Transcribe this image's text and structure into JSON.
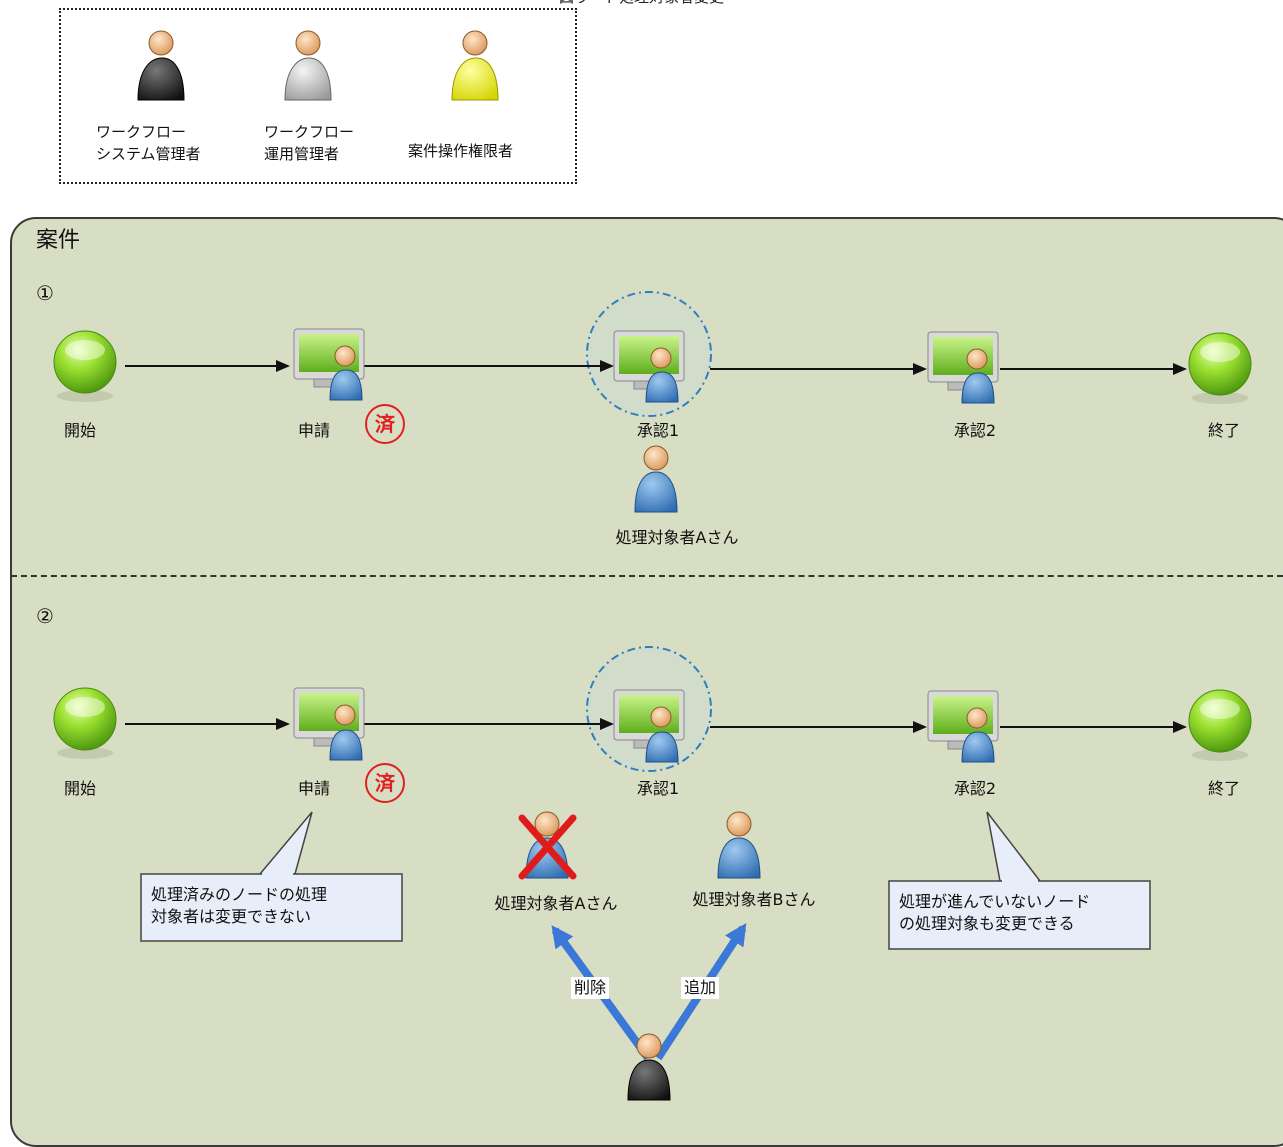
{
  "caption": "図り一ド処理対象者変更",
  "legend": {
    "roles": [
      {
        "label": "ワークフロー\nシステム管理者",
        "icon": "workflow-system-admin-icon",
        "color": "#222222"
      },
      {
        "label": "ワークフロー\n運用管理者",
        "icon": "workflow-operation-admin-icon",
        "color": "#bdbdbd"
      },
      {
        "label": "案件操作権限者",
        "icon": "case-operator-icon",
        "color": "#f2f200"
      }
    ]
  },
  "case_panel": {
    "title": "案件",
    "background": "#d8dec3",
    "sections": [
      {
        "number": "①",
        "nodes": {
          "start": "開始",
          "apply": "申請",
          "approve1": "承認1",
          "approve2": "承認2",
          "end": "終了"
        },
        "done_stamp": "済",
        "assignee": "処理対象者Aさん"
      },
      {
        "number": "②",
        "nodes": {
          "start": "開始",
          "apply": "申請",
          "approve1": "承認1",
          "approve2": "承認2",
          "end": "終了"
        },
        "done_stamp": "済",
        "removed_assignee": "処理対象者Aさん",
        "added_assignee": "処理対象者Bさん",
        "remove_label": "削除",
        "add_label": "追加",
        "callout_left": "処理済みのノードの処理\n対象者は変更できない",
        "callout_right": "処理が進んでいないノード\nの処理対象も変更できる"
      }
    ]
  },
  "colors": {
    "arrow_blue": "#3b78d8",
    "stamp_red": "#e02020",
    "start_green": "#8ed42a",
    "callout_fill": "#e8eef9"
  }
}
